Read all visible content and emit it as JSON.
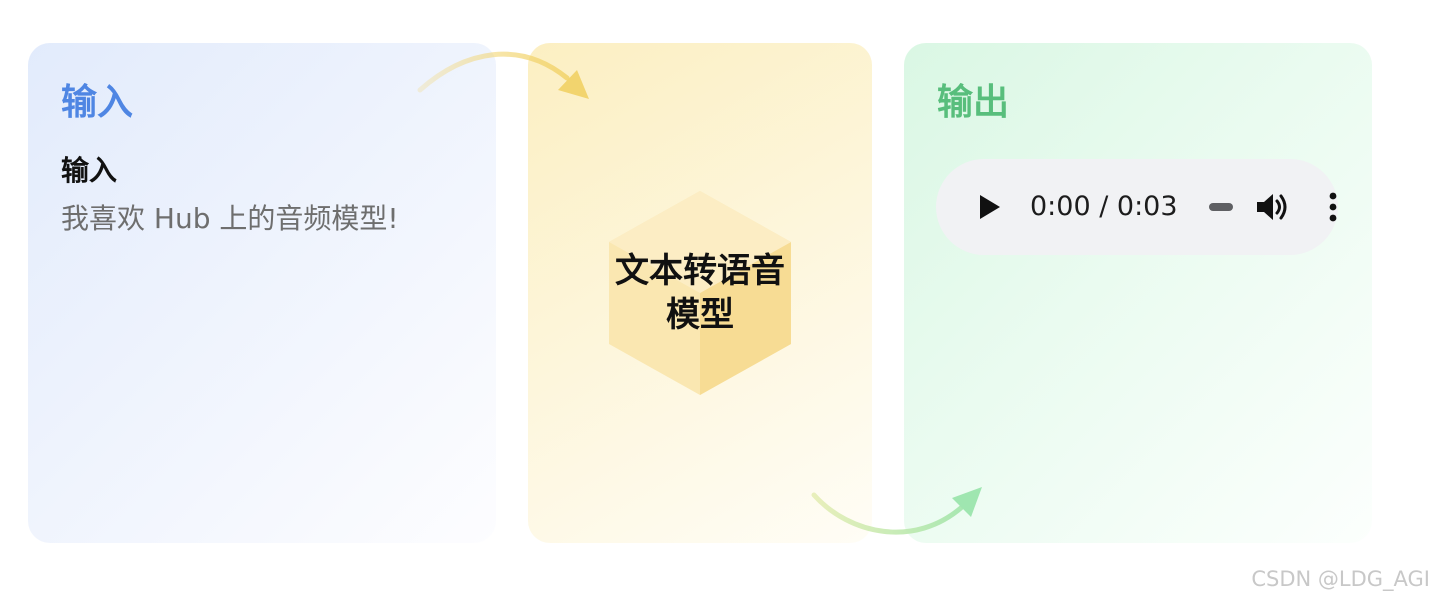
{
  "input_panel": {
    "title": "输入",
    "field_label": "输入",
    "field_value": "我喜欢 Hub 上的音频模型!"
  },
  "model_panel": {
    "name_line1": "文本转语音",
    "name_line2": "模型"
  },
  "output_panel": {
    "title": "输出",
    "audio": {
      "time_text": "0:00 / 0:03",
      "progress": 0,
      "play_icon": "play-icon",
      "volume_icon": "volume-icon",
      "more_icon": "more-vertical-icon"
    }
  },
  "watermark": "CSDN @LDG_AGI",
  "colors": {
    "input_accent": "#4f86e3",
    "output_accent": "#58be7c",
    "model_accent": "#f5d27a",
    "arrow_in": "#f2d46e",
    "arrow_out": "#9fe6b0"
  }
}
